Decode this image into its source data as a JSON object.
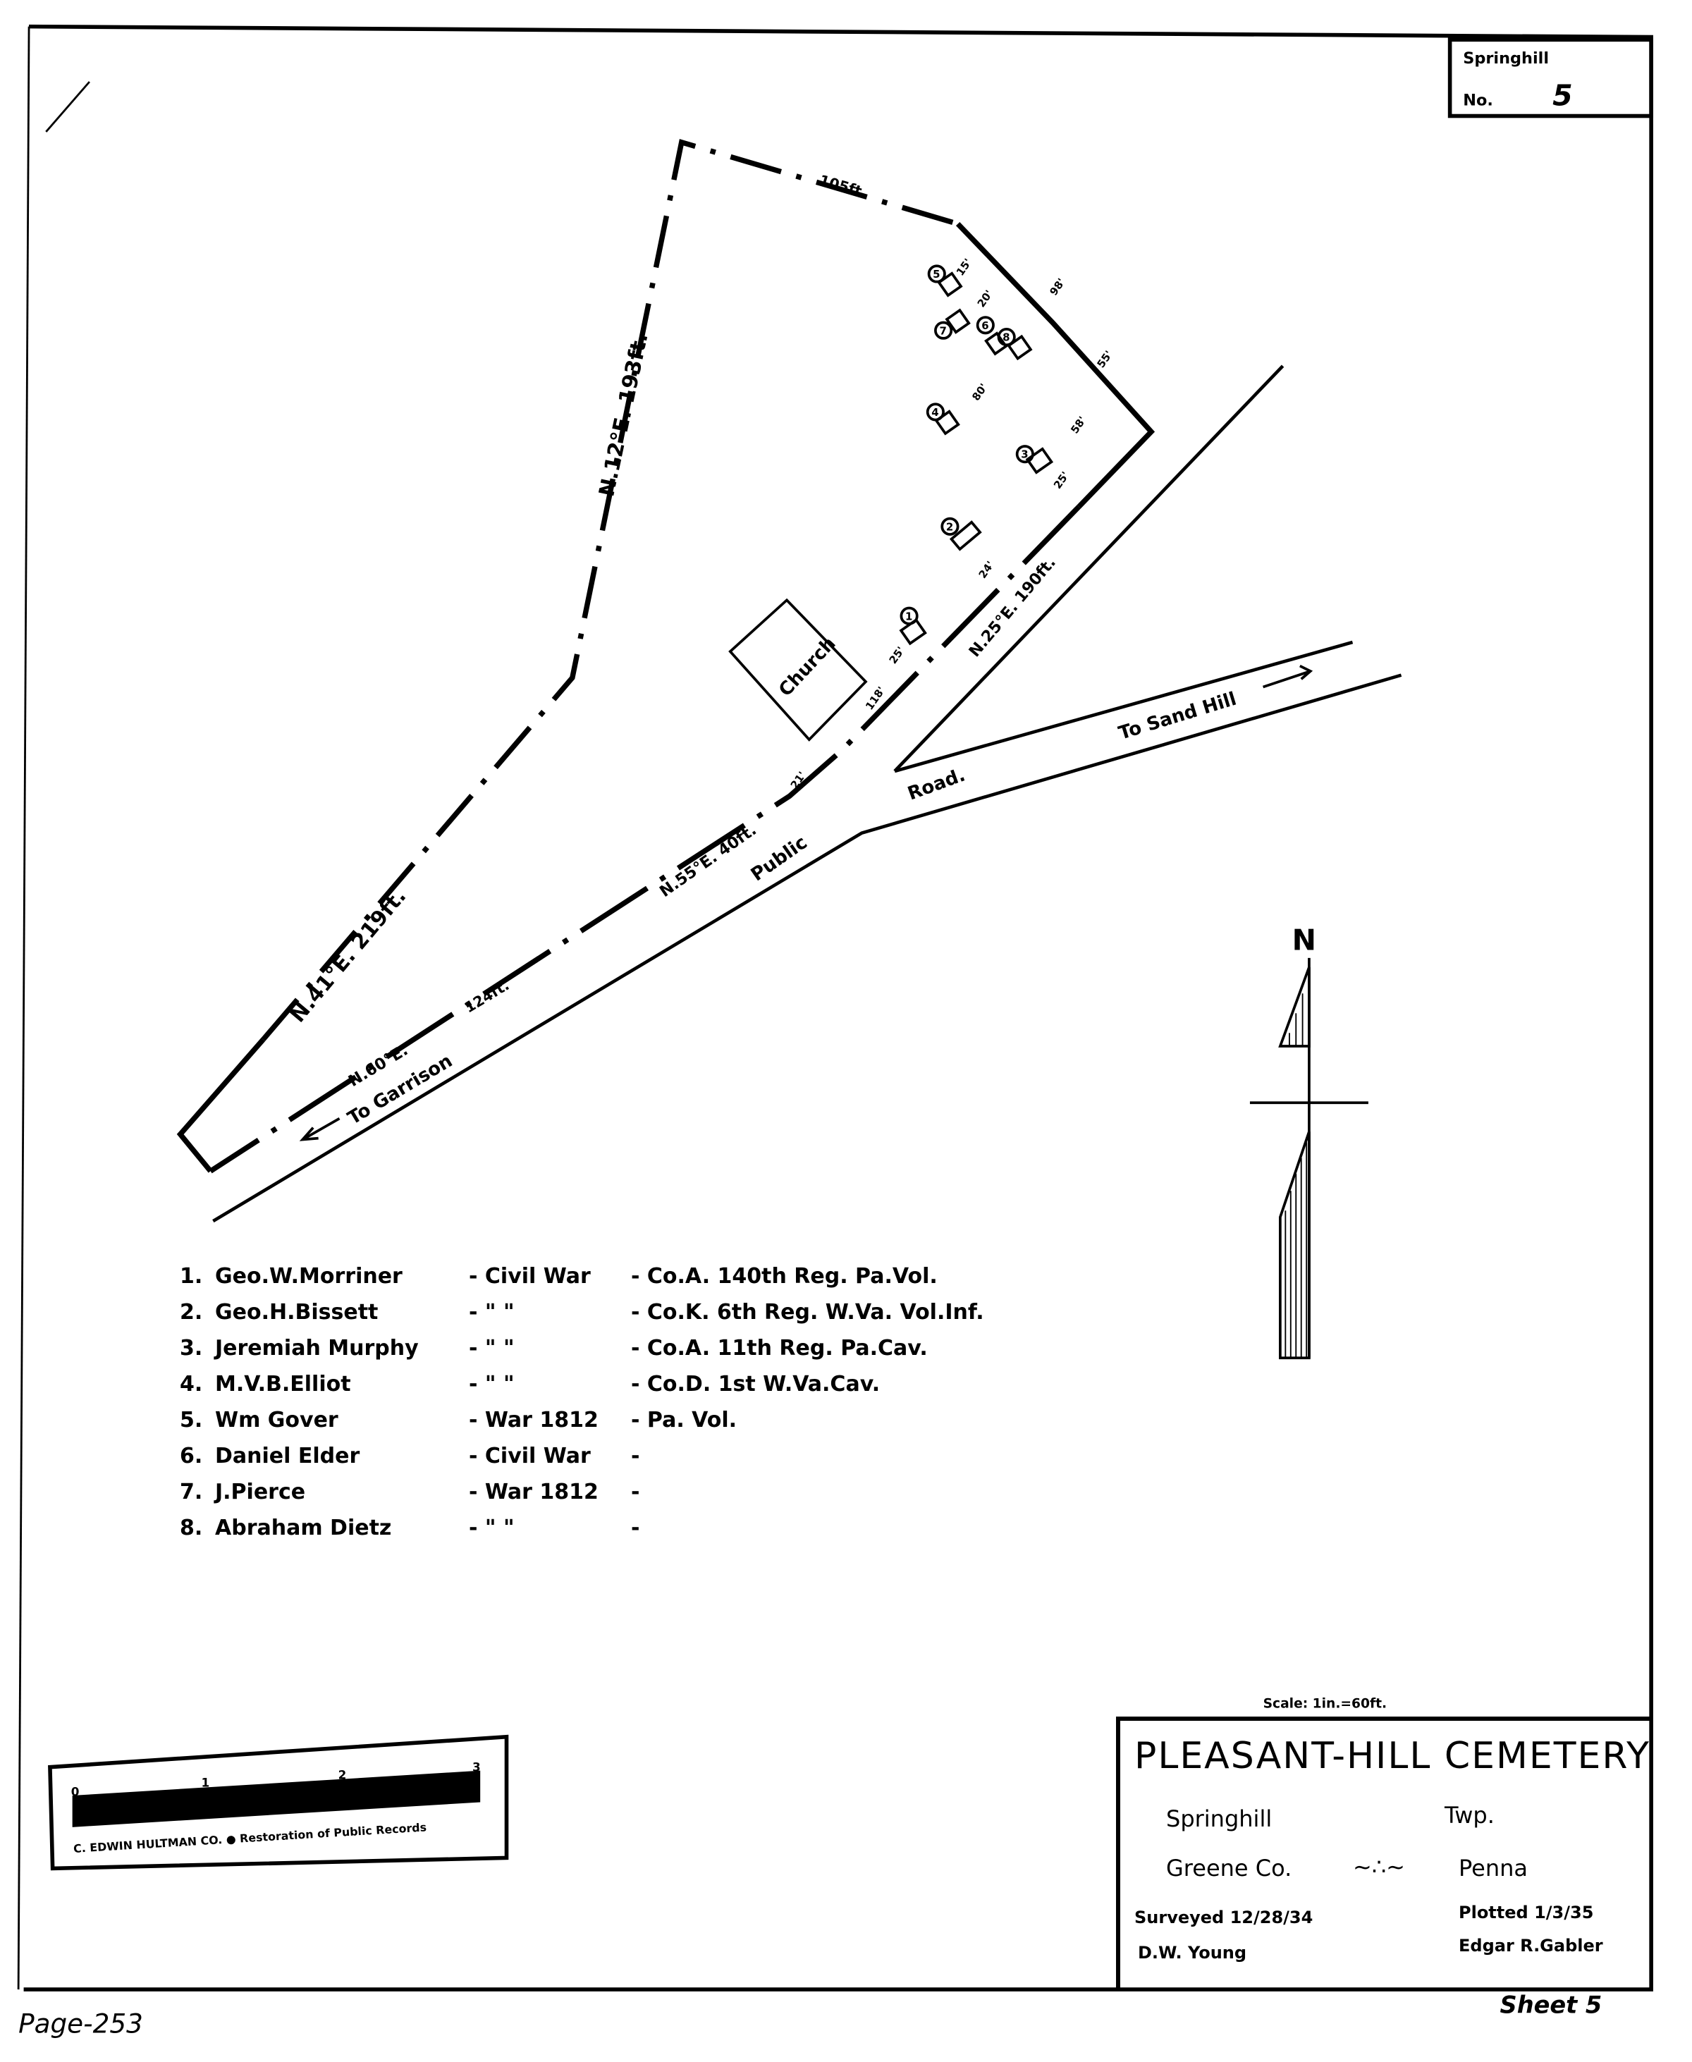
{
  "corner_box": {
    "township": "Springhill",
    "no_label": "No.",
    "no_value": "5"
  },
  "map": {
    "bearings": {
      "n41e": "N.41°E. 219ft.",
      "n12e": "N.12°E. 193ft.",
      "top": "105ft.",
      "n60e_bearing": "N.60°E.",
      "n60e_dist": "124ft.",
      "n55e": "N.55°E. 40ft.",
      "n25e": "N.25°E. 190ft."
    },
    "road_labels": {
      "garrison": "To Garrison",
      "public": "Public",
      "road": "Road.",
      "sand_hill": "To Sand Hill"
    },
    "church_label": "Church",
    "dims": [
      "15'",
      "20'",
      "98'",
      "55'",
      "80'",
      "58'",
      "25'",
      "24'",
      "25'",
      "118'",
      "21'"
    ],
    "grave_numbers": [
      "1",
      "2",
      "3",
      "4",
      "5",
      "6",
      "7",
      "8"
    ],
    "north_label": "N"
  },
  "legend": [
    {
      "num": "1.",
      "name": "Geo.W.Morriner",
      "war": "- Civil War",
      "unit": "- Co.A. 140th Reg. Pa.Vol."
    },
    {
      "num": "2.",
      "name": "Geo.H.Bissett",
      "war": "- \"  \"",
      "unit": "- Co.K. 6th Reg. W.Va. Vol.Inf."
    },
    {
      "num": "3.",
      "name": "Jeremiah Murphy",
      "war": "- \"  \"",
      "unit": "- Co.A. 11th Reg. Pa.Cav."
    },
    {
      "num": "4.",
      "name": "M.V.B.Elliot",
      "war": "- \"  \"",
      "unit": "- Co.D. 1st W.Va.Cav."
    },
    {
      "num": "5.",
      "name": "Wm Gover",
      "war": "- War 1812",
      "unit": "- Pa. Vol."
    },
    {
      "num": "6.",
      "name": "Daniel Elder",
      "war": "- Civil War",
      "unit": "-"
    },
    {
      "num": "7.",
      "name": "J.Pierce",
      "war": "- War 1812",
      "unit": "-"
    },
    {
      "num": "8.",
      "name": "Abraham Dietz",
      "war": "- \"  \"",
      "unit": "-"
    }
  ],
  "scale_ruler": {
    "ticks": [
      "0",
      "1",
      "2",
      "3"
    ],
    "caption": "C. EDWIN HULTMAN CO. ● Restoration of Public Records"
  },
  "title_block": {
    "scale": "Scale: 1in.=60ft.",
    "title": "PLEASANT-HILL CEMETERY",
    "township": "Springhill",
    "twp": "Twp.",
    "county": "Greene Co.",
    "state": "Penna",
    "surveyed": "Surveyed 12/28/34",
    "surveyor": "D.W. Young",
    "plotted": "Plotted 1/3/35",
    "plotter": "Edgar R.Gabler"
  },
  "sheet": "Sheet 5",
  "page": "Page-253"
}
